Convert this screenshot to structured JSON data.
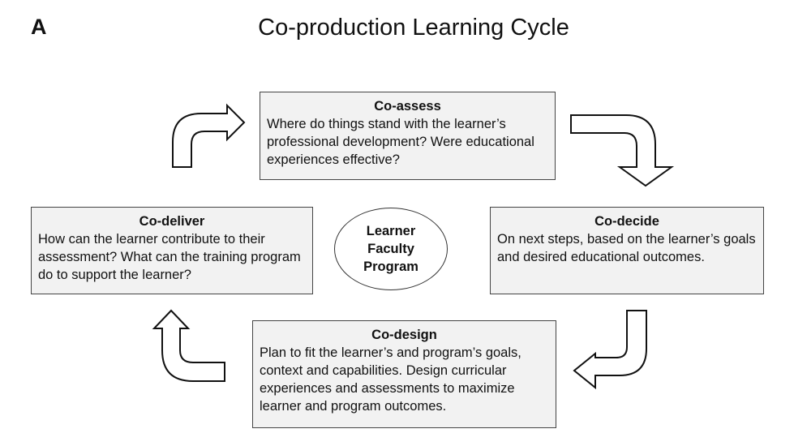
{
  "panel_label": "A",
  "title": "Co-production Learning Cycle",
  "center": {
    "lines": [
      "Learner",
      "Faculty",
      "Program"
    ]
  },
  "boxes": {
    "assess": {
      "heading": "Co-assess",
      "text": "Where do things stand with the learner’s professional development? Were educational experiences effective?"
    },
    "decide": {
      "heading": "Co-decide",
      "text": "On next steps, based on the learner’s goals and desired educational outcomes."
    },
    "design": {
      "heading": "Co-design",
      "text": "Plan to fit the learner’s and program’s goals, context and capabilities. Design curricular experiences and assessments to maximize learner and program outcomes."
    },
    "deliver": {
      "heading": "Co-deliver",
      "text": "How can the learner contribute to their assessment? What can the training program do to support the learner?"
    }
  }
}
